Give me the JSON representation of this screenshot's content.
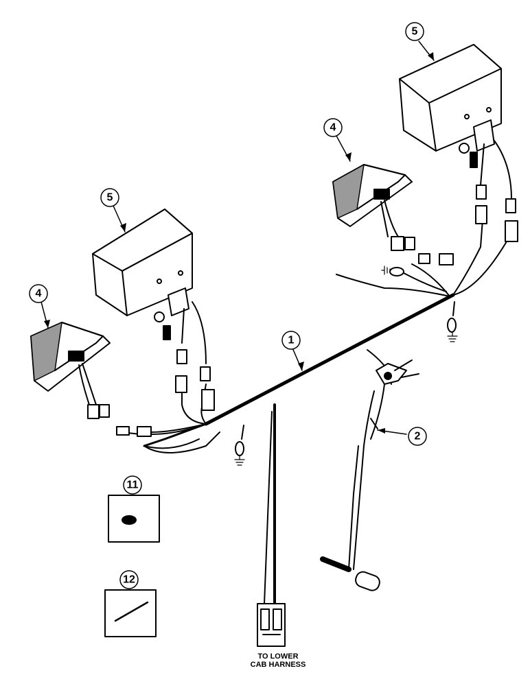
{
  "callouts": {
    "harness": "1",
    "ground_strap": "2",
    "marker_lamp_left": "4",
    "marker_lamp_right": "4",
    "flood_lamp_left": "5",
    "flood_lamp_right": "5",
    "grommet": "11",
    "cable_tie": "12"
  },
  "caption": {
    "line1": "TO LOWER",
    "line2": "CAB HARNESS"
  },
  "icons": {
    "ground": "ground-symbol-icon"
  }
}
